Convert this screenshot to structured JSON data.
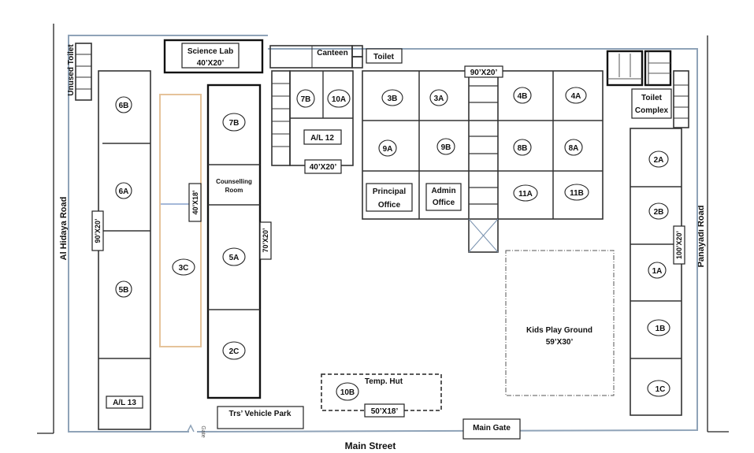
{
  "roads": {
    "left": "Al Hidaya Road",
    "right": "Panayadi Road",
    "bottom": "Main Street"
  },
  "gate_small": "Gate",
  "main_gate": "Main Gate",
  "unused_toilet": "Unused Toilet",
  "science_lab": {
    "name": "Science Lab",
    "size": "40’X20’"
  },
  "canteen": "Canteen",
  "toilet": "Toilet",
  "toilet_complex": [
    "Toilet",
    "Complex"
  ],
  "left_block": {
    "size": "90’X20’",
    "rooms": [
      "6B",
      "6A",
      "5B"
    ],
    "al": "A/L 13"
  },
  "block_3c": {
    "room": "3C",
    "size": "40’X18’"
  },
  "middle_block": {
    "rooms": [
      "7B",
      "5A",
      "2C"
    ],
    "counselling": [
      "Counselling",
      "Room"
    ],
    "size": "70’X20’"
  },
  "canteen_block": {
    "rooms": [
      "7B",
      "10A"
    ],
    "al": "A/L 12",
    "size": "40’X20’"
  },
  "main_block": {
    "size": "90’X20’",
    "rooms": [
      "3B",
      "3A",
      "4B",
      "4A",
      "9A",
      "9B",
      "8B",
      "8A",
      "11A",
      "11B"
    ],
    "principal": [
      "Principal",
      "Office"
    ],
    "admin": [
      "Admin",
      "Office"
    ]
  },
  "right_block": {
    "size": "100’X20’",
    "rooms": [
      "2A",
      "2B",
      "1A",
      "1B",
      "1C"
    ]
  },
  "playground": {
    "name": "Kids Play Ground",
    "size": "59’X30’"
  },
  "temp_hut": {
    "name": "Temp. Hut",
    "room": "10B",
    "size": "50’X18’"
  },
  "vehicle_park": "Trs’ Vehicle Park"
}
